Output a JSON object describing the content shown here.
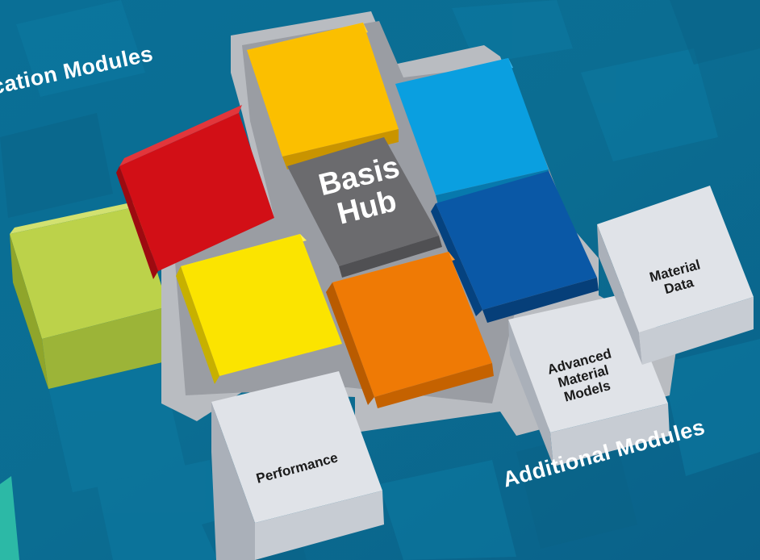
{
  "diagram": {
    "labels": {
      "application_modules": "plication Modules",
      "additional_modules": "Additional Modules",
      "hub": "Basis\nHub",
      "performance": "Performance",
      "advanced_material_models": "Advanced\nMaterial\nModels",
      "material_data": "Material\nData"
    },
    "colors": {
      "background": "#0b6f95",
      "tray": "#b9bcc1",
      "hub": "#6b6b6e",
      "red": "#d20f16",
      "lime": "#bcd24a",
      "amber": "#fbbf00",
      "sky": "#0a9fe0",
      "navy": "#0a58a6",
      "yellow": "#fbe400",
      "orange": "#ef7a05",
      "white_module": "#e0e3e8"
    }
  }
}
